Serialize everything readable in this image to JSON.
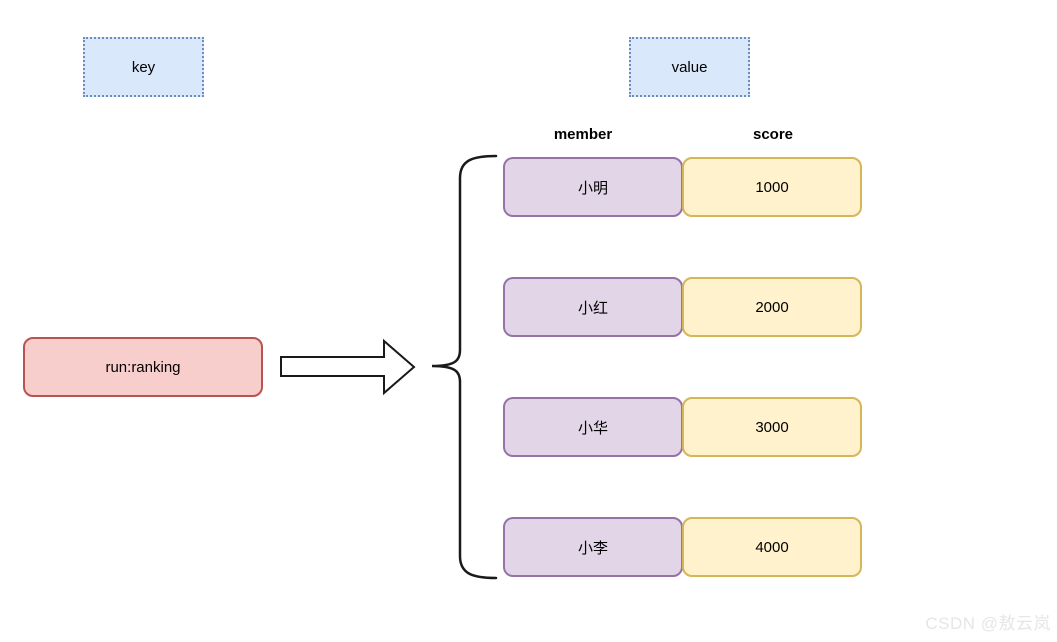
{
  "labels": {
    "key": "key",
    "value": "value"
  },
  "key_node": {
    "label": "run:ranking"
  },
  "table": {
    "headers": {
      "member": "member",
      "score": "score"
    },
    "entries": [
      {
        "member": "小明",
        "score": "1000"
      },
      {
        "member": "小红",
        "score": "2000"
      },
      {
        "member": "小华",
        "score": "3000"
      },
      {
        "member": "小李",
        "score": "4000"
      }
    ]
  },
  "icons": {
    "arrow": "block-arrow-right-icon",
    "brace": "curly-brace-left-icon"
  },
  "colors": {
    "label_fill": "#dae8fc",
    "label_border": "#6c8ebf",
    "key_node_fill": "#f8cecc",
    "key_node_border": "#b85450",
    "member_fill": "#e1d5e7",
    "member_border": "#9673a6",
    "score_fill": "#fff2cc",
    "score_border": "#d6b656"
  },
  "watermark": "CSDN @敖云岚"
}
